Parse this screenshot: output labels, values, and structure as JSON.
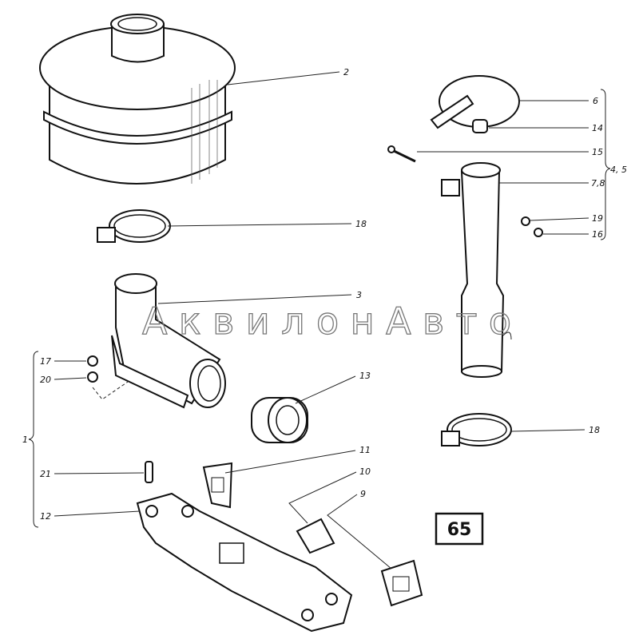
{
  "diagram": {
    "watermark": "АквилонАвто",
    "page_badge": "65",
    "callouts": {
      "muffler": "2",
      "cap": "6",
      "spacer": "14",
      "bolt": "15",
      "group_4_5": "4, 5",
      "exhaust_pipe": "7,8",
      "nut_19": "19",
      "nut_16": "16",
      "clamp_top": "18",
      "elbow_pipe": "3",
      "nut_17": "17",
      "washer_20": "20",
      "bellows": "13",
      "group_1": "1",
      "clamp_bottom": "18",
      "gasket_11": "11",
      "gasket_10": "10",
      "plate_9": "9",
      "stud_21": "21",
      "manifold": "12"
    }
  }
}
